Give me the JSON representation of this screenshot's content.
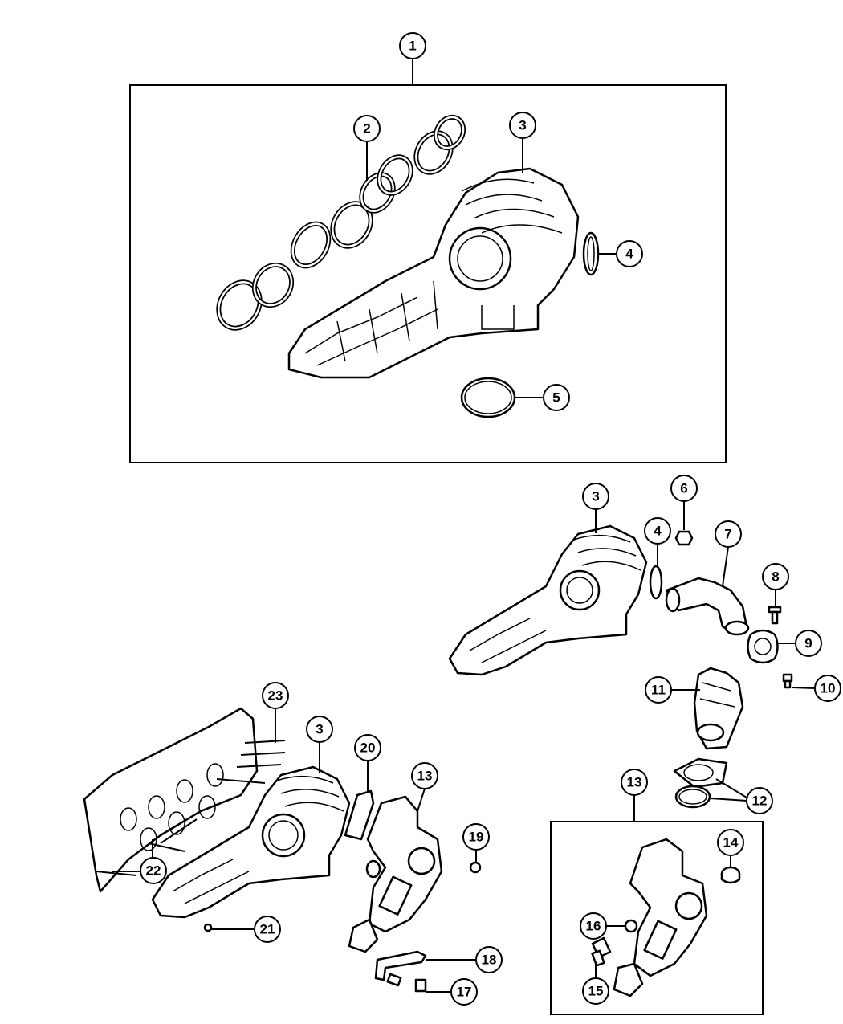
{
  "callouts": {
    "c1": "1",
    "c2": "2",
    "c3a": "3",
    "c4a": "4",
    "c5": "5",
    "c3b": "3",
    "c4b": "4",
    "c6": "6",
    "c7": "7",
    "c8": "8",
    "c9": "9",
    "c10": "10",
    "c11": "11",
    "c12": "12",
    "c13a": "13",
    "c13b": "13",
    "c14": "14",
    "c15": "15",
    "c16": "16",
    "c17": "17",
    "c18": "18",
    "c19": "19",
    "c20": "20",
    "c21": "21",
    "c22": "22",
    "c23": "23",
    "c3c": "3"
  }
}
